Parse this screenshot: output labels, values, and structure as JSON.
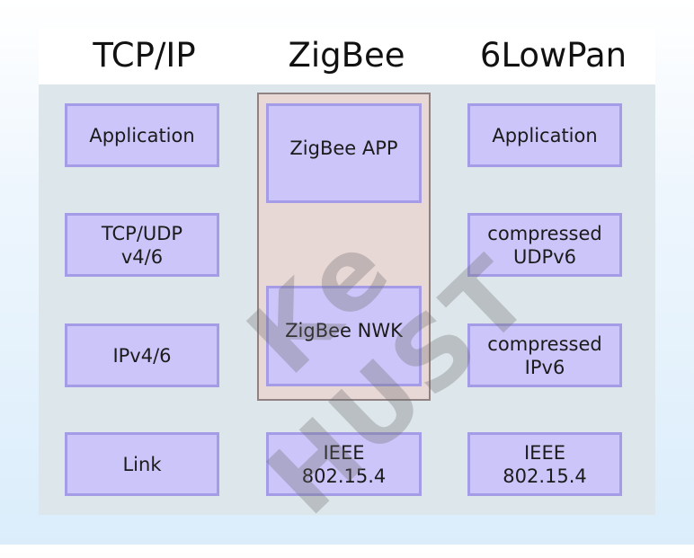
{
  "columns": {
    "tcpip": {
      "title": "TCP/IP",
      "layers": [
        "Application",
        "TCP/UDP\nv4/6",
        "IPv4/6",
        "Link"
      ]
    },
    "zigbee": {
      "title": "ZigBee",
      "layers": [
        "ZigBee APP",
        "ZigBee NWK",
        "IEEE\n802.15.4"
      ]
    },
    "sixlowpan": {
      "title": "6LowPan",
      "layers": [
        "Application",
        "compressed\nUDPv6",
        "compressed\nIPv6",
        "IEEE\n802.15.4"
      ]
    }
  },
  "watermark": "Ke HUST",
  "colors": {
    "layer_fill": "#cbc5f9",
    "layer_border": "#a49ce6",
    "panel_bg": "#dde6ea",
    "group_fill": "#e7d8d6",
    "group_border": "#8e8283"
  }
}
